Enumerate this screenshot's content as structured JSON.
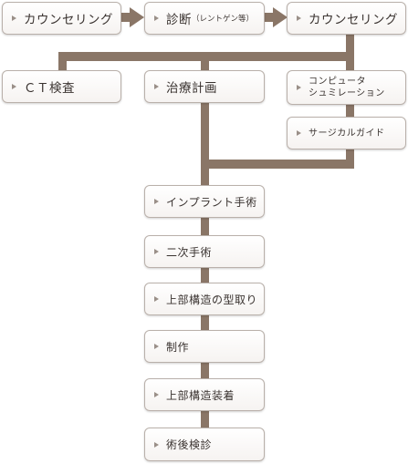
{
  "colors": {
    "connector": "#8a7667",
    "box_border": "#b9b0aa",
    "bullet": "#9a8f88"
  },
  "top_row": {
    "counseling_first": "カウンセリング",
    "diagnosis": "診断",
    "diagnosis_note": "（レントゲン等）",
    "counseling_second": "カウンセリング"
  },
  "branches": {
    "ct_exam": "ＣＴ検査",
    "treatment_plan": "治療計画",
    "simulation_line1": "コンピュータ",
    "simulation_line2": "シュミレーション",
    "surgical_guide": "サージカルガイド"
  },
  "flow_steps": [
    "インプラント手術",
    "二次手術",
    "上部構造の型取り",
    "制作",
    "上部構造装着",
    "術後検診"
  ]
}
